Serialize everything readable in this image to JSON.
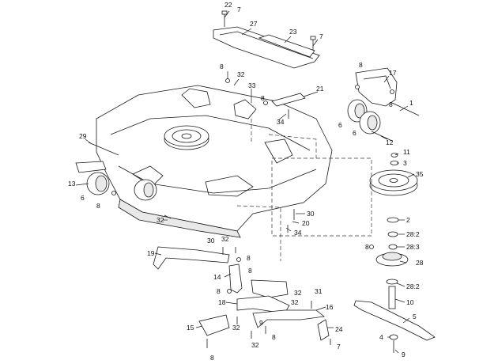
{
  "callouts": [
    "22",
    "7",
    "27",
    "23",
    "7",
    "8",
    "32",
    "33",
    "8",
    "21",
    "17",
    "8",
    "1",
    "8",
    "34",
    "6",
    "6",
    "12",
    "11",
    "3",
    "29",
    "35",
    "13",
    "6",
    "8",
    "2",
    "30",
    "20",
    "32",
    "34",
    "30",
    "32",
    "28:2",
    "8",
    "28:3",
    "19",
    "8",
    "28",
    "8",
    "14",
    "8",
    "32",
    "31",
    "28:2",
    "18",
    "32",
    "10",
    "16",
    "15",
    "5",
    "32",
    "9",
    "8",
    "24",
    "32",
    "4",
    "7",
    "8",
    "9"
  ]
}
